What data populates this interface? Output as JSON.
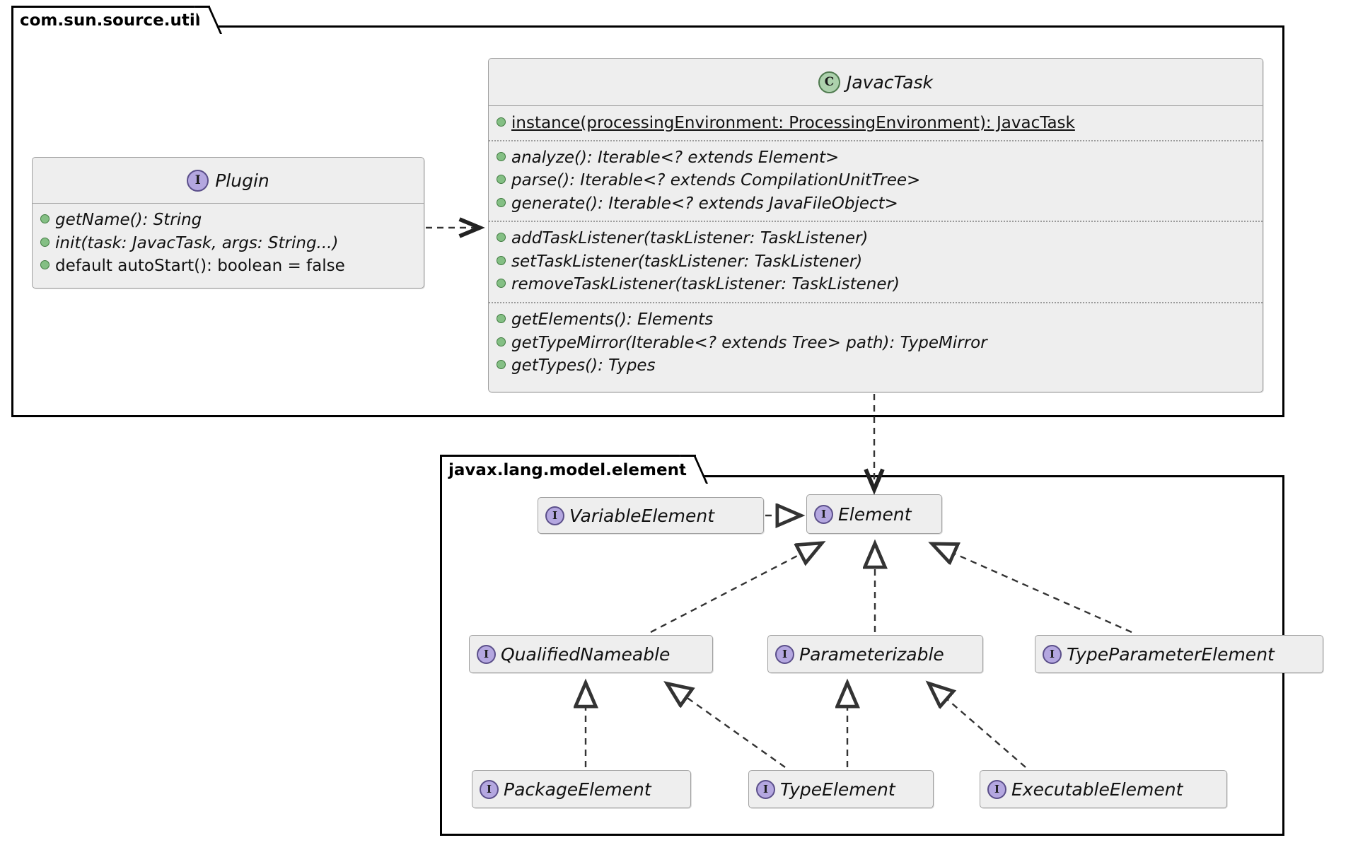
{
  "diagram": {
    "kind": "uml-class-diagram",
    "colors": {
      "interface_icon_fill": "#b4a7e0",
      "interface_icon_stroke": "#5b4f8a",
      "class_icon_fill": "#add1ad",
      "class_icon_stroke": "#4f7a4f",
      "node_fill": "#eeeeee",
      "node_border": "#a0a0a0",
      "package_border": "#000000",
      "member_bullet": "#84bf84",
      "connector": "#333333"
    },
    "packages": [
      {
        "id": "pkg1",
        "label": "com.sun.source.util"
      },
      {
        "id": "pkg2",
        "label": "javax.lang.model.element"
      }
    ],
    "nodes": {
      "plugin": {
        "name": "Plugin",
        "stereotype_icon": "interface-icon",
        "stereotype_letter": "I",
        "members": [
          {
            "text": "getName(): String",
            "italic": true,
            "static": false
          },
          {
            "text": "init(task: JavacTask, args: String...)",
            "italic": true,
            "static": false
          },
          {
            "text": "default autoStart(): boolean = false",
            "italic": false,
            "static": false
          }
        ]
      },
      "javactask": {
        "name": "JavacTask",
        "stereotype_icon": "class-icon",
        "stereotype_letter": "C",
        "groups": [
          [
            {
              "text": "instance(processingEnvironment: ProcessingEnvironment): JavacTask",
              "italic": false,
              "static": true
            }
          ],
          [
            {
              "text": "analyze(): Iterable<? extends Element>",
              "italic": true,
              "static": false
            },
            {
              "text": "parse(): Iterable<? extends CompilationUnitTree>",
              "italic": true,
              "static": false
            },
            {
              "text": "generate(): Iterable<? extends JavaFileObject>",
              "italic": true,
              "static": false
            }
          ],
          [
            {
              "text": "addTaskListener(taskListener: TaskListener)",
              "italic": true,
              "static": false
            },
            {
              "text": "setTaskListener(taskListener: TaskListener)",
              "italic": true,
              "static": false
            },
            {
              "text": "removeTaskListener(taskListener: TaskListener)",
              "italic": true,
              "static": false
            }
          ],
          [
            {
              "text": "getElements(): Elements",
              "italic": true,
              "static": false
            },
            {
              "text": "getTypeMirror(Iterable<? extends Tree> path): TypeMirror",
              "italic": true,
              "static": false
            },
            {
              "text": "getTypes(): Types",
              "italic": true,
              "static": false
            }
          ]
        ]
      },
      "variableElement": {
        "name": "VariableElement",
        "stereotype_letter": "I",
        "stereotype_icon": "interface-icon"
      },
      "element": {
        "name": "Element",
        "stereotype_letter": "I",
        "stereotype_icon": "interface-icon"
      },
      "qualifiedNameable": {
        "name": "QualifiedNameable",
        "stereotype_letter": "I",
        "stereotype_icon": "interface-icon"
      },
      "parameterizable": {
        "name": "Parameterizable",
        "stereotype_letter": "I",
        "stereotype_icon": "interface-icon"
      },
      "typeParameterElement": {
        "name": "TypeParameterElement",
        "stereotype_letter": "I",
        "stereotype_icon": "interface-icon"
      },
      "packageElement": {
        "name": "PackageElement",
        "stereotype_letter": "I",
        "stereotype_icon": "interface-icon"
      },
      "typeElement": {
        "name": "TypeElement",
        "stereotype_letter": "I",
        "stereotype_icon": "interface-icon"
      },
      "executableElement": {
        "name": "ExecutableElement",
        "stereotype_letter": "I",
        "stereotype_icon": "interface-icon"
      }
    },
    "relations": [
      {
        "from": "Plugin",
        "to": "JavacTask",
        "style": "dashed",
        "arrow": "open",
        "type": "dependency"
      },
      {
        "from": "JavacTask",
        "to": "Element",
        "style": "dashed",
        "arrow": "open",
        "type": "dependency"
      },
      {
        "from": "VariableElement",
        "to": "Element",
        "style": "dashed",
        "arrow": "triangle",
        "type": "realization"
      },
      {
        "from": "QualifiedNameable",
        "to": "Element",
        "style": "dashed",
        "arrow": "triangle",
        "type": "realization"
      },
      {
        "from": "Parameterizable",
        "to": "Element",
        "style": "dashed",
        "arrow": "triangle",
        "type": "realization"
      },
      {
        "from": "TypeParameterElement",
        "to": "Element",
        "style": "dashed",
        "arrow": "triangle",
        "type": "realization"
      },
      {
        "from": "PackageElement",
        "to": "QualifiedNameable",
        "style": "dashed",
        "arrow": "triangle",
        "type": "realization"
      },
      {
        "from": "TypeElement",
        "to": "QualifiedNameable",
        "style": "dashed",
        "arrow": "triangle",
        "type": "realization"
      },
      {
        "from": "TypeElement",
        "to": "Parameterizable",
        "style": "dashed",
        "arrow": "triangle",
        "type": "realization"
      },
      {
        "from": "ExecutableElement",
        "to": "Parameterizable",
        "style": "dashed",
        "arrow": "triangle",
        "type": "realization"
      }
    ]
  }
}
